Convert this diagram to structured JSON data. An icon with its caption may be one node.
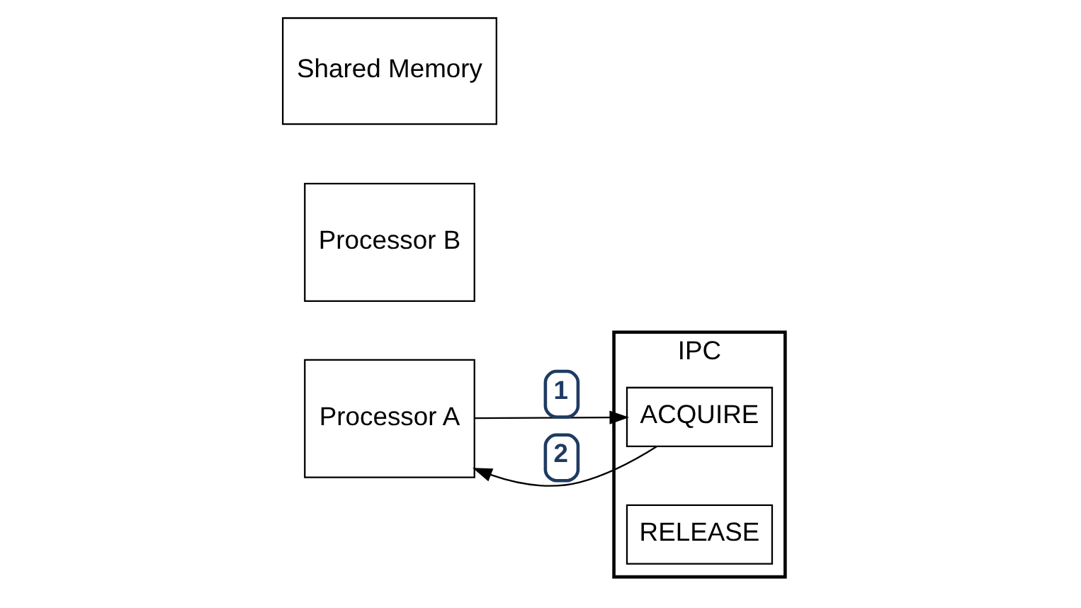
{
  "diagram": {
    "nodes": [
      {
        "text": [
          "Processor A"
        ]
      },
      {
        "text": [
          "IPC"
        ]
      },
      {
        "text": [
          "ACQUIRE"
        ],
        "in": 1
      },
      {
        "text": [
          "RELEASE"
        ],
        "in": 1
      },
      {
        "text": [
          "Processor B"
        ]
      },
      {
        "text": [
          "Shared Memory"
        ]
      }
    ],
    "edges": [
      {
        "from": 0,
        "to": 2,
        "arrow": "to",
        "label": "1"
      },
      {
        "from": 2,
        "to": 0,
        "arrow": "to",
        "label": "2"
      }
    ]
  }
}
